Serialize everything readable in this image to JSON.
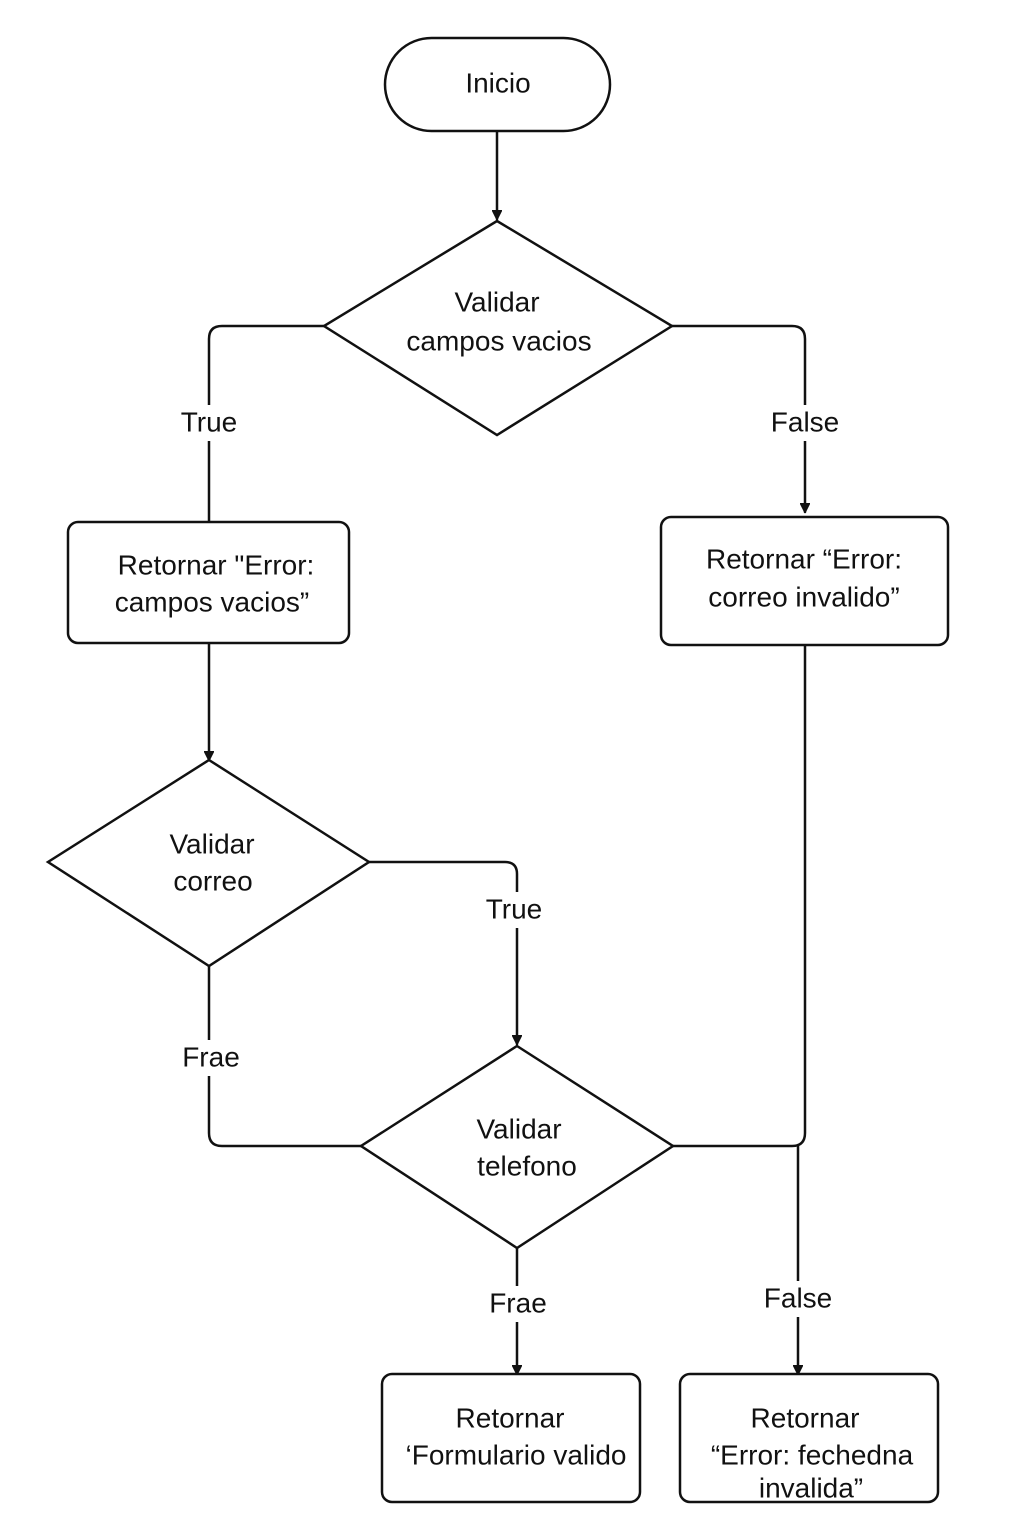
{
  "nodes": {
    "start": {
      "label": "Inicio"
    },
    "validate_empty": {
      "line1": "Validar",
      "line2": "campos vacios"
    },
    "error_empty": {
      "line1": "Retornar \"Error:",
      "line2": "campos vacios”"
    },
    "error_email": {
      "line1": "Retornar “Error:",
      "line2": "correo invalido”"
    },
    "validate_email": {
      "line1": "Validar",
      "line2": "correo"
    },
    "validate_phone": {
      "line1": "Validar",
      "line2": "telefono"
    },
    "form_valid": {
      "line1": "Retornar",
      "line2": "‘Formulario valido"
    },
    "error_date": {
      "line1": "Retornar",
      "line2": "“Error: fechedna",
      "line3": "invalida”"
    }
  },
  "edges": {
    "empty_true": "True",
    "empty_false": "False",
    "email_true": "True",
    "email_false": "Frae",
    "phone_false_left": "Frae",
    "phone_false_right": "False"
  }
}
